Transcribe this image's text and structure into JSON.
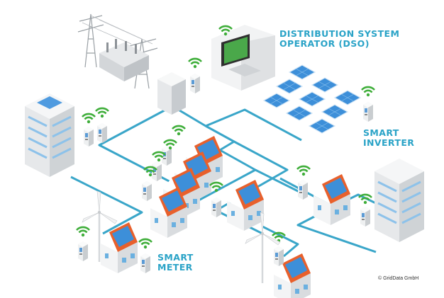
{
  "labels": {
    "dso_line1": "DISTRIBUTION SYSTEM",
    "dso_line2": "OPERATOR (DSO)",
    "inverter_line1": "SMART",
    "inverter_line2": "INVERTER",
    "meter_line1": "SMART",
    "meter_line2": "METER"
  },
  "copyright": "© GridData GmbH",
  "colors": {
    "grid_line": "#3aa6c9",
    "label_text": "#2aa3c7",
    "wifi_green": "#3fae3a",
    "roof_orange": "#e8602c",
    "solar_blue": "#3d8fd9",
    "building_gray": "#e2e4e6"
  },
  "icons": [
    "transmission-tower-icon",
    "transformer-icon",
    "computer-monitor-icon",
    "solar-panel-icon",
    "office-building-icon",
    "house-icon",
    "wind-turbine-icon",
    "smart-meter-icon",
    "wifi-signal-icon"
  ]
}
